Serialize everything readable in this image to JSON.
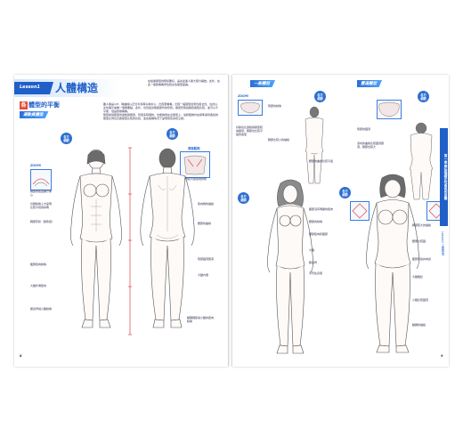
{
  "left": {
    "lesson_label": "Lesson1",
    "title": "人體構造",
    "intro": "在繪畫體型的時候要好，是先從畫人體大部分開始，此外，在此一章節看看男性和女性體型差異。",
    "heading_badge": "各",
    "heading": "體型的平衡",
    "section": "運動員體型",
    "body_text": "雖人體是以H，稱曲線以正位半身兩肩為中心，比較量看看。比較一般體型的男性和女性，在此以女性展示來看一個重要點，此外，也包括身體各部份的形狀。體型形態與各較長短比較，並可以不平衡，但是整體看看。",
    "body_text2": "雙型前與雙型的運動員體型，有很多較細的，也能夠用在全體型上，最終能夠均在標準姿勢各樣的體型比例位及各體型比較的比對，並在各種情況下呈現豐富多樣之處。",
    "badge1": "各方細節",
    "badge2": "各方細節",
    "zoom": "ZOOM!",
    "back_label": "背部肌肉",
    "notes": [
      "胸部的弧度顯示重心",
      "肩頸線條上方呈現比較平坦的斜角",
      "胸部形狀（柔軟度）",
      "腹部肌肉線條",
      "大腿外側肌肉",
      "膝蓋骨與小腿線條",
      "肌肉群的描繪",
      "腰部的曲線",
      "臀部圓潤飽滿",
      "大腿內側",
      "腳踝細節與小腿的肌肉線條"
    ],
    "back_note": "肩胛骨和背部肌肉的隆起",
    "page_number": "8"
  },
  "right": {
    "section_a": "一般體型",
    "section_b": "豐滿體型",
    "badge1": "各方細節",
    "badge2": "各方細節",
    "badge3": "各方細節",
    "badge4": "各方細節",
    "zoom": "ZOOM!",
    "notes_a": [
      "臀部的線條",
      "肩膀也比運動員體型較為圓潤，胸部也比較平緩的造型",
      "胸部比較小的描繪",
      "腰部的曲線比較平緩",
      "腹部沒有明顯的肌肉",
      "腰部的線條",
      "腰部肌肉和腹部",
      "大腿",
      "膝蓋骨",
      "手臂在身邊"
    ],
    "notes_b": [
      "臀部的圓潤",
      "身材的曲線比較圓潤飽滿，胸部也較大",
      "胸部較大的描繪",
      "腰部比較圓",
      "腹部有些許肉感",
      "大腿粗壯",
      "小腿比較圓潤",
      "腳踝的描繪"
    ],
    "tab_text": "第一章 開始描繪女性角色的身體",
    "tab_sub": "Lesson1 人體構造",
    "page_number": "9"
  }
}
